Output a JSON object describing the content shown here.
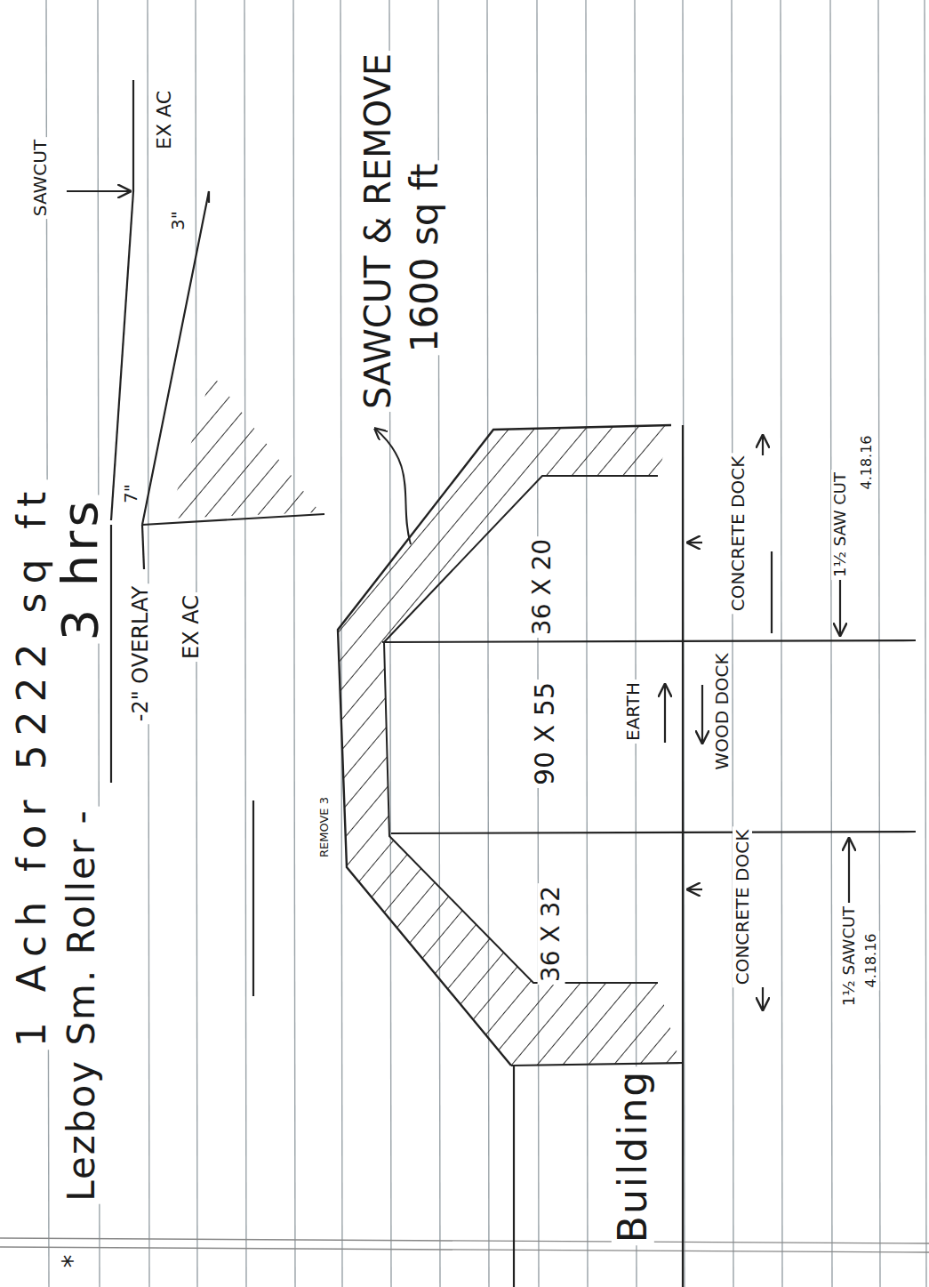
{
  "diagram": {
    "labels": [
      "*",
      "1 Ach for 5222 sq ft",
      "Lezboy Sm. Roller -",
      "3 hrs",
      "SAWCUT",
      "EX AC",
      "3\"",
      "7\"",
      "-2\" OVERLAY",
      "EX AC",
      "SAWCUT & REMOVE",
      "1600 sq ft",
      "REMOVE 3",
      "36 X 20",
      "90 X 55",
      "36 X 32",
      "EARTH",
      "WOOD DOCK",
      "CONCRETE DOCK",
      "CONCRETE DOCK",
      "1½ SAW CUT",
      "4.18.16",
      "1½ SAWCUT",
      "4.18.16",
      "Building"
    ]
  }
}
